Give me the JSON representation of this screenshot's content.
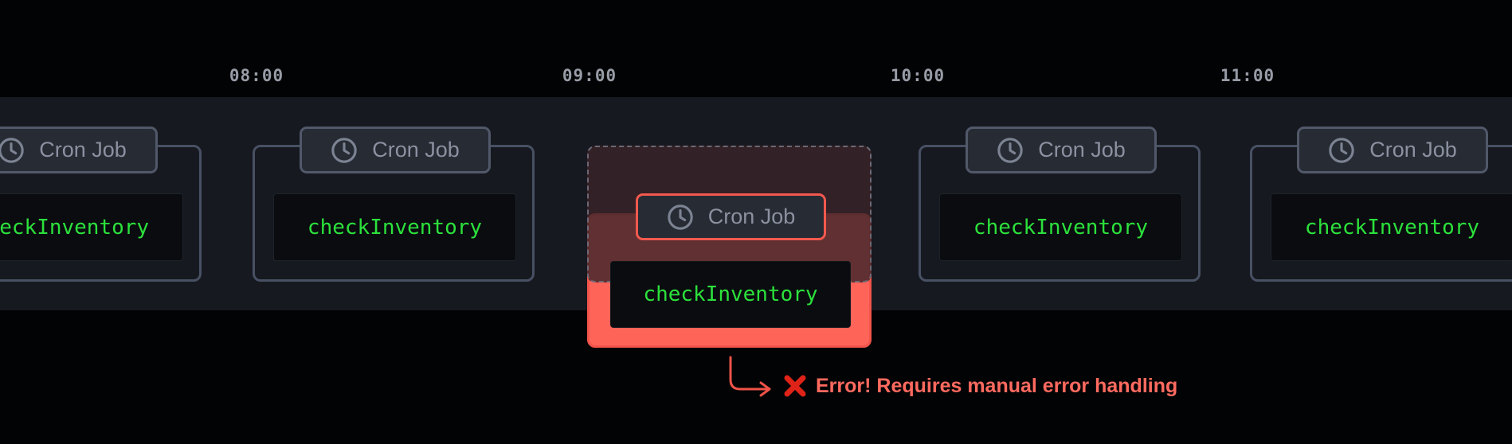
{
  "timeline": {
    "times": [
      "08:00",
      "09:00",
      "10:00",
      "11:00"
    ],
    "cards": [
      {
        "badge": "Cron Job",
        "job": "checkInventory",
        "state": "normal"
      },
      {
        "badge": "Cron Job",
        "job": "checkInventory",
        "state": "normal"
      },
      {
        "badge": "Cron Job",
        "job": "checkInventory",
        "state": "error"
      },
      {
        "badge": "Cron Job",
        "job": "checkInventory",
        "state": "normal"
      },
      {
        "badge": "Cron Job",
        "job": "checkInventory",
        "state": "normal"
      }
    ]
  },
  "error_callout": {
    "icon": "cross-mark",
    "text": "Error! Requires manual error handling"
  },
  "colors": {
    "band_background": "#16191f",
    "card_border": "#485064",
    "badge_background": "#272b34",
    "code_green": "#2ce13c",
    "error_red": "#f4594e",
    "error_fill": "#ff6459",
    "timestamp_gray": "#979ca6"
  }
}
